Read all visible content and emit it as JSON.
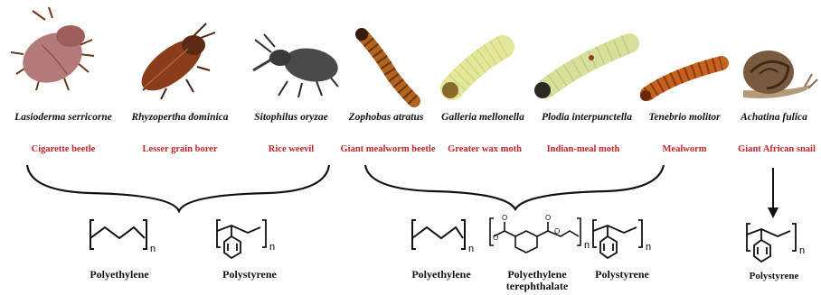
{
  "insects": [
    {
      "id": "lasioderma",
      "scientific_name": "Lasioderma serricorne",
      "common_name": "Cigarette beetle"
    },
    {
      "id": "rhyzopertha",
      "scientific_name": "Rhyzopertha dominica",
      "common_name": "Lesser grain borer"
    },
    {
      "id": "sitophilus",
      "scientific_name": "Sitophilus oryzae",
      "common_name": "Rice weevil"
    },
    {
      "id": "zophobas",
      "scientific_name": "Zophobas atratus",
      "common_name": "Giant mealworm beetle"
    },
    {
      "id": "galleria",
      "scientific_name": "Galleria mellonella",
      "common_name": "Greater wax moth"
    },
    {
      "id": "plodia",
      "scientific_name": "Plodia interpunctella",
      "common_name": "Indian-meal moth"
    },
    {
      "id": "tenebrio",
      "scientific_name": "Tenebrio molitor",
      "common_name": "Mealworm"
    },
    {
      "id": "achatina",
      "scientific_name": "Achatina fulica",
      "common_name": "Giant African snail"
    }
  ],
  "polymers": {
    "group1": [
      "Polyethylene",
      "Polystyrene"
    ],
    "group2": [
      "Polyethylene",
      "Polyethylene\nterephthalate",
      "Polystyrene"
    ],
    "group3": [
      "Polystyrene"
    ]
  },
  "repeat_unit_subscript": "n",
  "colors": {
    "common_name": "#c0262b",
    "text": "#111111",
    "bracket": "#111111"
  }
}
